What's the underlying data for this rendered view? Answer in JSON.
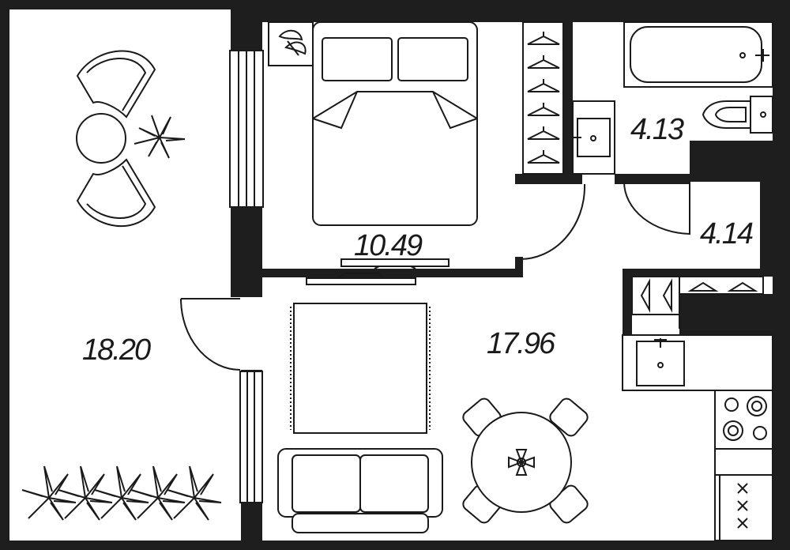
{
  "rooms": {
    "loggia": {
      "area": "18.20"
    },
    "bedroom": {
      "area": "10.49"
    },
    "bathroom": {
      "area": "4.13"
    },
    "hall": {
      "area": "4.14"
    },
    "living": {
      "area": "17.96"
    }
  },
  "colors": {
    "wall": "#1e1e1e",
    "line": "#1a1a1a",
    "floor": "#ffffff"
  }
}
